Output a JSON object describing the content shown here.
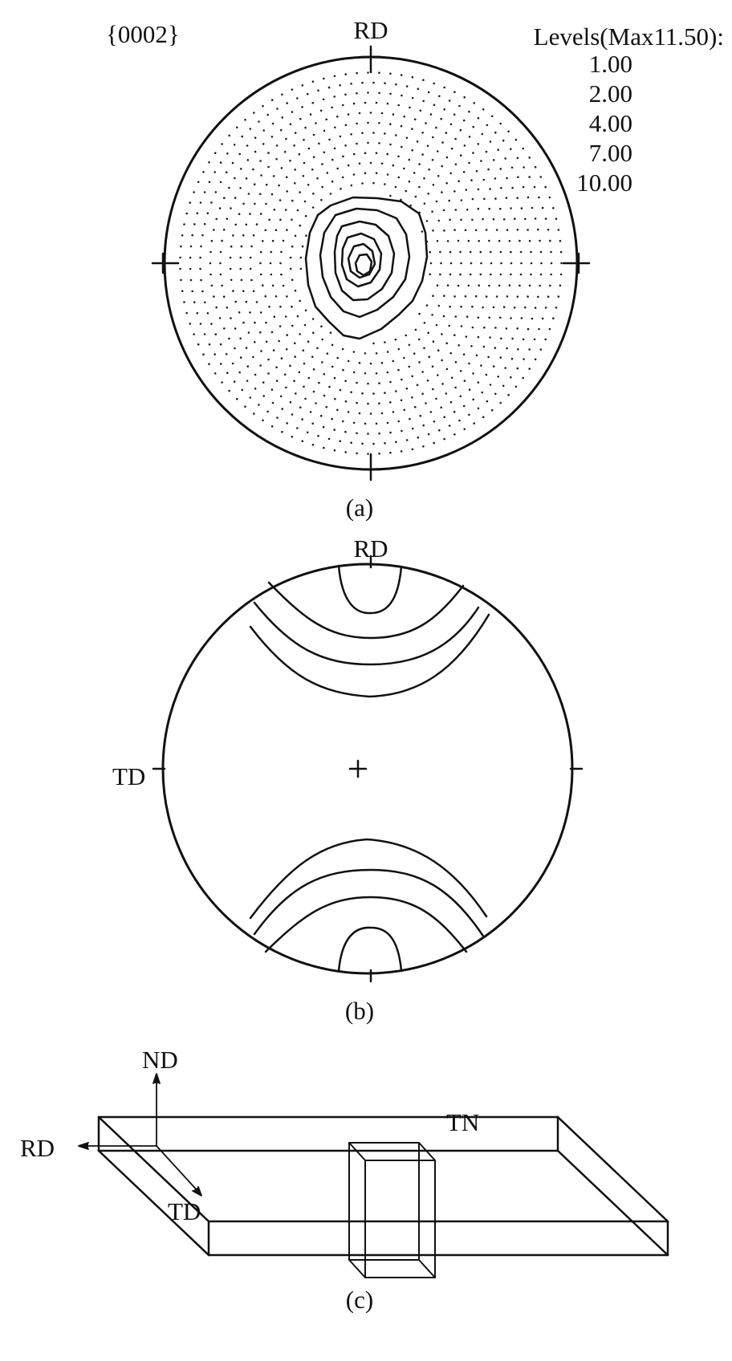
{
  "panel_a": {
    "pole_label": "{0002}",
    "rd_label": "RD",
    "levels_title": "Levels(Max11.50):",
    "levels": [
      "1.00",
      "2.00",
      "4.00",
      "7.00",
      "10.00"
    ],
    "caption": "(a)"
  },
  "panel_b": {
    "rd_label": "RD",
    "td_label": "TD",
    "caption": "(b)"
  },
  "panel_c": {
    "nd_label": "ND",
    "rd_label": "RD",
    "td_label": "TD",
    "tn_label": "TN",
    "caption": "(c)"
  }
}
